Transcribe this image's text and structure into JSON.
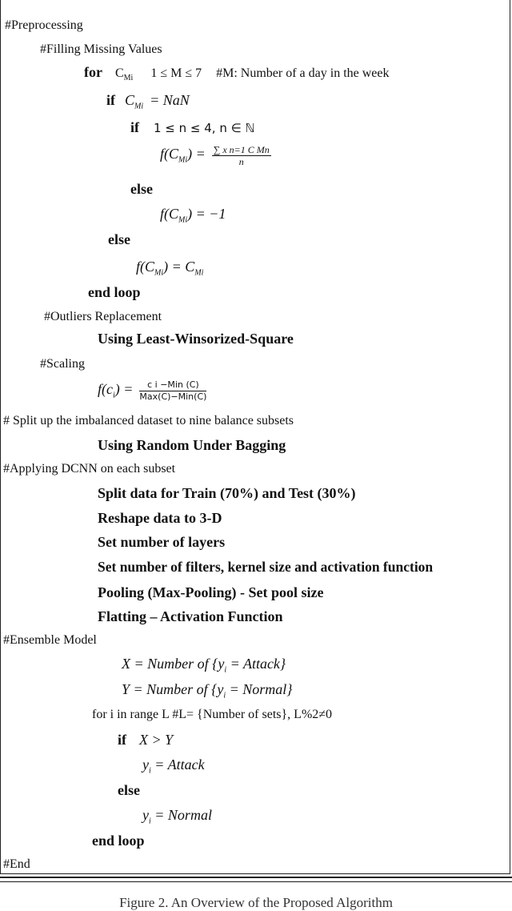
{
  "algorithm": {
    "preprocessing": "#Preprocessing",
    "filling_missing": "#Filling Missing Values",
    "for_kw": "for",
    "for_var": "C",
    "for_var_sub": "Mi",
    "for_range": "1 ≤ M ≤ 7",
    "for_comment": "#M: Number of a day in the week",
    "if_kw": "if",
    "if_cond_var": "C",
    "if_cond_sub": "Mi",
    "if_cond_val": "= NaN",
    "if2_kw": "if",
    "if2_cond": "1 ≤ n ≤ 4, n ∈ ℕ",
    "f1_lhs": "f(C",
    "f1_lhs_sub": "Mi",
    "f1_lhs_close": ") =",
    "f1_num": "∑ x n=1 C Mn",
    "f1_den": "n",
    "else1": "else",
    "f2_lhs": "f(C",
    "f2_lhs_sub": "Mi",
    "f2_rhs": ") =  −1",
    "else2": "else",
    "f3_lhs": "f(C",
    "f3_lhs_sub": "Mi",
    "f3_mid": ") = C",
    "f3_rhs_sub": "Mi",
    "end_loop1": "end loop",
    "outliers": "#Outliers Replacement",
    "using_lws": "Using Least-Winsorized-Square",
    "scaling": "#Scaling",
    "scale_lhs": "f(c",
    "scale_lhs_sub": "i",
    "scale_lhs_close": ") =",
    "scale_num": "c i −Min (C)",
    "scale_den": "Max(C)−Min(C)",
    "split_comment": "# Split up the imbalanced dataset to nine balance subsets",
    "using_rub": "Using Random Under Bagging",
    "applying_dcnn": "#Applying DCNN on each subset",
    "step1": "Split data for Train (70%) and Test (30%)",
    "step2": "Reshape data to 3-D",
    "step3": "Set number of layers",
    "step4": "Set number of filters, kernel size and activation function",
    "step5": "Pooling (Max-Pooling) - Set pool size",
    "step6": "Flatting – Activation Function",
    "ensemble": "#Ensemble Model",
    "x_def": "X = Number of {y",
    "x_def_sub": "i",
    "x_def_end": "= Attack}",
    "y_def": "Y = Number of {y",
    "y_def_sub": "i",
    "y_def_end": "= Normal}",
    "for2": "for i in range L   #L= {Number of sets}, L%2≠0",
    "if3_kw": "if",
    "if3_cond": "X > Y",
    "assign_attack": "y",
    "assign_attack_sub": "i",
    "assign_attack_rhs": "= Attack",
    "else3": "else",
    "assign_normal": "y",
    "assign_normal_sub": "i",
    "assign_normal_rhs": "= Normal",
    "end_loop2": "end loop",
    "end": "#End"
  },
  "caption": "Figure 2. An Overview of the Proposed Algorithm"
}
